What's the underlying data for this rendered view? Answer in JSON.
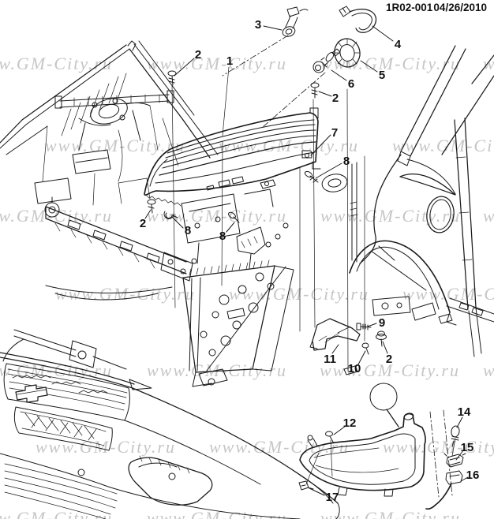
{
  "header": {
    "doc_number": "1R02-001",
    "date": "04/26/2010"
  },
  "watermark": {
    "text": "www.GM-City.ru",
    "color": "#c6c6c6"
  },
  "highlight": {
    "shape": "circle",
    "color": "#f6aec0"
  },
  "colors": {
    "line": "#1a1a1a",
    "background": "#ffffff",
    "callout_text": "#111111"
  },
  "callouts": [
    {
      "label": "1"
    },
    {
      "label": "2"
    },
    {
      "label": "2"
    },
    {
      "label": "2"
    },
    {
      "label": "2"
    },
    {
      "label": "3"
    },
    {
      "label": "4"
    },
    {
      "label": "5"
    },
    {
      "label": "6"
    },
    {
      "label": "7"
    },
    {
      "label": "8"
    },
    {
      "label": "8"
    },
    {
      "label": "8"
    },
    {
      "label": "9"
    },
    {
      "label": "10"
    },
    {
      "label": "11"
    },
    {
      "label": "12"
    },
    {
      "label": "14"
    },
    {
      "label": "15"
    },
    {
      "label": "16"
    },
    {
      "label": "17"
    }
  ]
}
